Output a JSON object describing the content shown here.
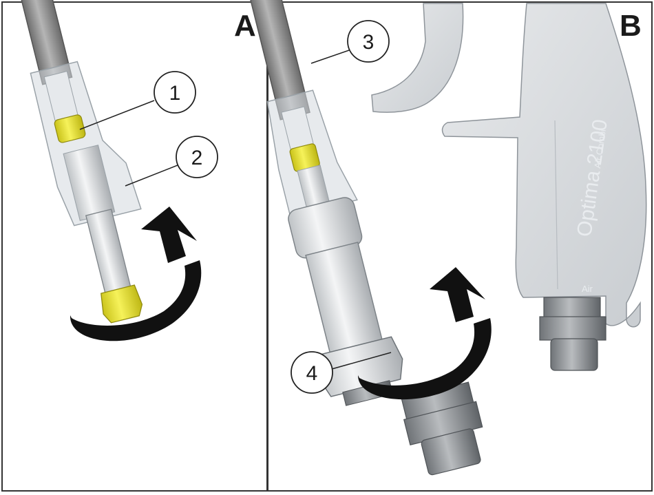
{
  "figure": {
    "panels": [
      {
        "id": "A",
        "label": "A"
      },
      {
        "id": "B",
        "label": "B"
      }
    ],
    "callouts": [
      {
        "id": "c1",
        "label": "1"
      },
      {
        "id": "c2",
        "label": "2"
      },
      {
        "id": "c3",
        "label": "3"
      },
      {
        "id": "c4",
        "label": "4"
      }
    ],
    "grip_text": {
      "model": "Optima 2100",
      "variant": "Air Combi",
      "port": "Air"
    },
    "colors": {
      "brass_fitting": "#e8e22a",
      "hose": "#8c8c8c",
      "gun_body": "#d9dcdf",
      "arrow": "#111111"
    },
    "icons": [
      "rotation-arrow-icon",
      "rotation-arrow-icon"
    ]
  }
}
